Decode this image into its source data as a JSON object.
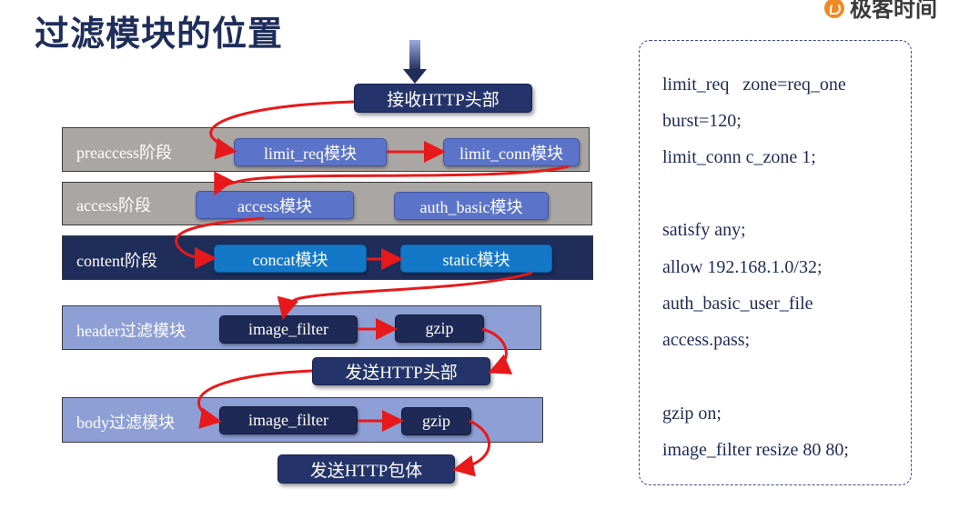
{
  "title": "过滤模块的位置",
  "logo": {
    "text": "极客时间",
    "icon": "geektime-logo-icon"
  },
  "colors": {
    "arrow": "#e8191b",
    "title": "#1f2d5a",
    "stage_gray": "#aaa6a4",
    "stage_navy": "#1f2d5a",
    "stage_periwinkle": "#8e9fd6"
  },
  "flow": {
    "recv_header": "接收HTTP头部",
    "stages": {
      "preaccess": {
        "label": "preaccess阶段",
        "modules": [
          "limit_req模块",
          "limit_conn模块"
        ]
      },
      "access": {
        "label": "access阶段",
        "modules": [
          "access模块",
          "auth_basic模块"
        ]
      },
      "content": {
        "label": "content阶段",
        "modules": [
          "concat模块",
          "static模块"
        ]
      },
      "header_filter": {
        "label": "header过滤模块",
        "modules": [
          "image_filter",
          "gzip"
        ]
      },
      "body_filter": {
        "label": "body过滤模块",
        "modules": [
          "image_filter",
          "gzip"
        ]
      }
    },
    "send_header": "发送HTTP头部",
    "send_body": "发送HTTP包体"
  },
  "config": {
    "lines": [
      "limit_req   zone=req_one",
      "burst=120;",
      "limit_conn c_zone 1;",
      "",
      "satisfy any;",
      "allow 192.168.1.0/32;",
      "auth_basic_user_file",
      "access.pass;",
      "",
      "gzip on;",
      "image_filter resize 80 80;"
    ]
  }
}
